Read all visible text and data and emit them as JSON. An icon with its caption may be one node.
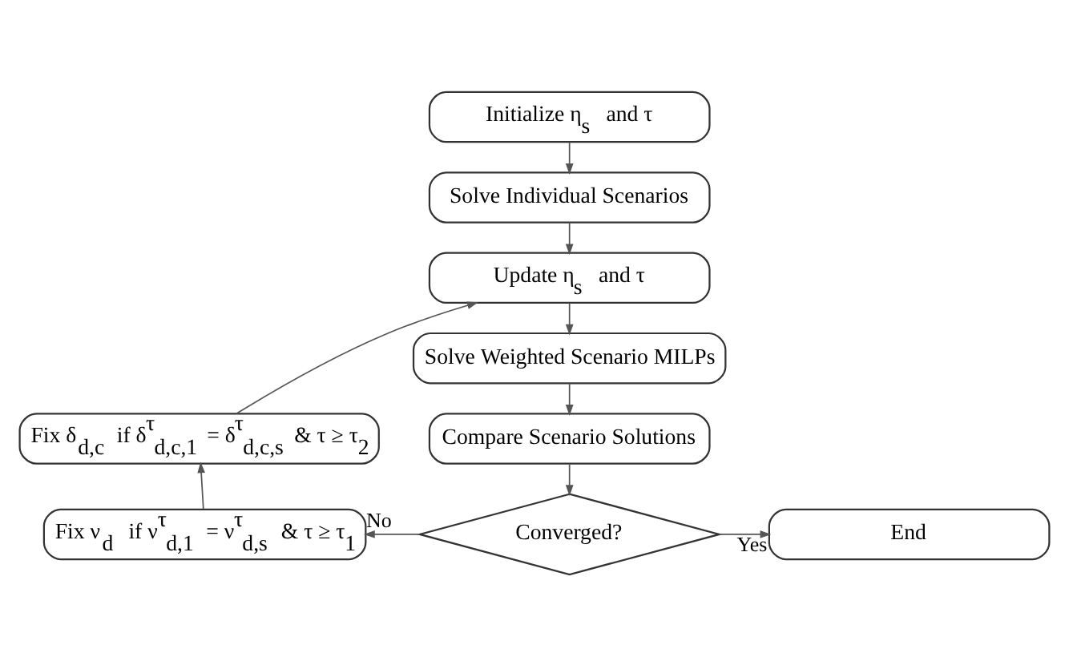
{
  "diagram": {
    "nodes": [
      {
        "text": [
          "Initialize η$_{s}$ and τ"
        ]
      },
      {
        "text": [
          "Solve Individual Scenarios"
        ]
      },
      {
        "text": [
          "Update η$_{s}$ and τ"
        ]
      },
      {
        "text": [
          "Solve Weighted Scenario MILPs"
        ]
      },
      {
        "text": [
          "Compare Scenario Solutions"
        ]
      },
      {
        "text": [
          "Converged?"
        ]
      },
      {
        "text": [
          "End"
        ]
      },
      {
        "text": [
          "Fix ν$_{d}$ if ν$^{τ}$$_{d,1}$ = ν$^{τ}$$_{d,s}$ & τ ≥ τ$_{1}$"
        ]
      },
      {
        "text": [
          "Fix δ$_{d,c}$ if δ$^{τ}$$_{d,c,1}$ = δ$^{τ}$$_{d,c,s}$ & τ ≥ τ$_{2}$"
        ]
      }
    ],
    "edges": [
      {
        "from": 0,
        "to": 1,
        "arrow": "to"
      },
      {
        "from": 1,
        "to": 2,
        "arrow": "to"
      },
      {
        "from": 2,
        "to": 3,
        "arrow": "to"
      },
      {
        "from": 3,
        "to": 4,
        "arrow": "to"
      },
      {
        "from": 4,
        "to": 5,
        "arrow": "to"
      },
      {
        "from": 5,
        "to": 6,
        "arrow": "to",
        "label": "Yes"
      },
      {
        "from": 5,
        "to": 7,
        "arrow": "to",
        "label": "No"
      },
      {
        "from": 7,
        "to": 8,
        "arrow": "to"
      },
      {
        "from": 8,
        "to": 2,
        "arrow": "to"
      }
    ]
  }
}
